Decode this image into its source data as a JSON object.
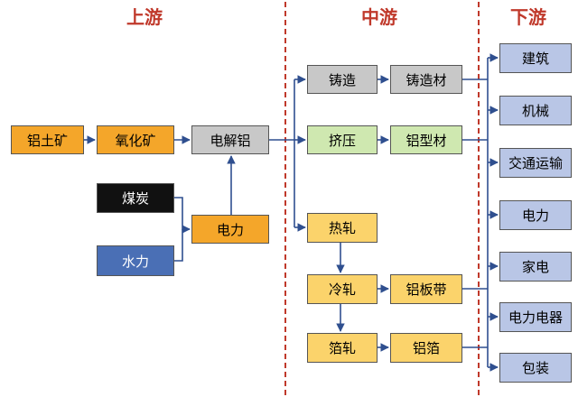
{
  "sections": {
    "upstream": "上游",
    "midstream": "中游",
    "downstream": "下游"
  },
  "colors": {
    "title": "#c0392b",
    "divider": "#c0392b",
    "arrow": "#2f4f8f",
    "orange": "#f4a62a",
    "gray": "#c8c8c8",
    "green": "#cfe8b0",
    "yellow": "#fbd36b",
    "black": "#111111",
    "blue": "#4a6fb5",
    "lightblue": "#b9c6e6"
  },
  "nodes": {
    "bauxite": "铝土矿",
    "alumina": "氧化矿",
    "electrolytic": "电解铝",
    "coal": "煤炭",
    "hydro": "水力",
    "power_up": "电力",
    "casting": "铸造",
    "cast_material": "铸造材",
    "extrusion": "挤压",
    "profile": "铝型材",
    "hot_rolling": "热轧",
    "cold_rolling": "冷轧",
    "plate_strip": "铝板带",
    "foil_rolling": "箔轧",
    "foil": "铝箔",
    "construction": "建筑",
    "machinery": "机械",
    "transport": "交通运输",
    "power_down": "电力",
    "appliances": "家电",
    "electrical": "电力电器",
    "packaging": "包装"
  }
}
